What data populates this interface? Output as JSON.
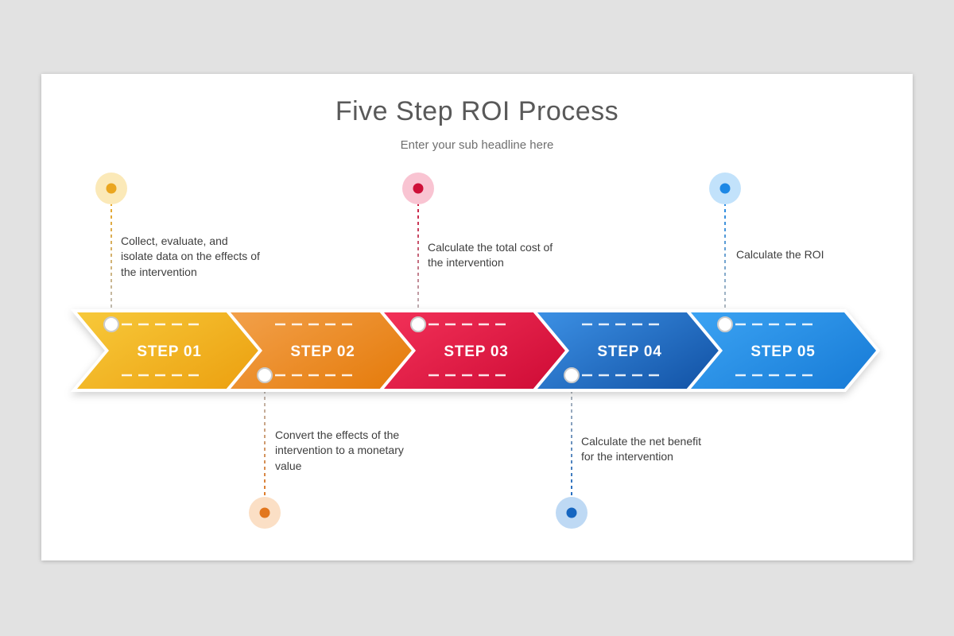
{
  "slide": {
    "title": "Five Step ROI Process",
    "subtitle": "Enter your sub headline here"
  },
  "steps": [
    {
      "label": "STEP 01",
      "description": "Collect, evaluate, and isolate data on the effects of the intervention",
      "connector_position": "above",
      "colors": {
        "gradient_start": "#f7c93a",
        "gradient_end": "#eda414",
        "dot": "#eaa620",
        "halo": "#fbe9b8"
      }
    },
    {
      "label": "STEP 02",
      "description": "Convert the effects of the intervention to a monetary value",
      "connector_position": "below",
      "colors": {
        "gradient_start": "#f2a04a",
        "gradient_end": "#e67e10",
        "dot": "#e2761d",
        "halo": "#fbdfc5"
      }
    },
    {
      "label": "STEP 03",
      "description": "Calculate the total cost of the intervention",
      "connector_position": "above",
      "colors": {
        "gradient_start": "#f23158",
        "gradient_end": "#d20f39",
        "dot": "#ce1038",
        "halo": "#f9c4d2"
      }
    },
    {
      "label": "STEP 04",
      "description": "Calculate the net benefit for the intervention",
      "connector_position": "below",
      "colors": {
        "gradient_start": "#3c90e4",
        "gradient_end": "#1658ab",
        "dot": "#1565c0",
        "halo": "#bed9f4"
      }
    },
    {
      "label": "STEP 05",
      "description": "Calculate the ROI",
      "connector_position": "above",
      "colors": {
        "gradient_start": "#3ba3f3",
        "gradient_end": "#1b7fd9",
        "dot": "#1e88e5",
        "halo": "#c2e2fb"
      }
    }
  ],
  "colors": {
    "background": "#e2e2e2",
    "slide_background": "#ffffff",
    "title_text": "#595959",
    "subtitle_text": "#6f6f6f",
    "step_label_text": "#ffffff",
    "description_text": "#3e3e3e",
    "marker_fill": "#ffffff",
    "marker_ring": "#cbcbcb",
    "connector_fade": "#bdbdbd"
  }
}
